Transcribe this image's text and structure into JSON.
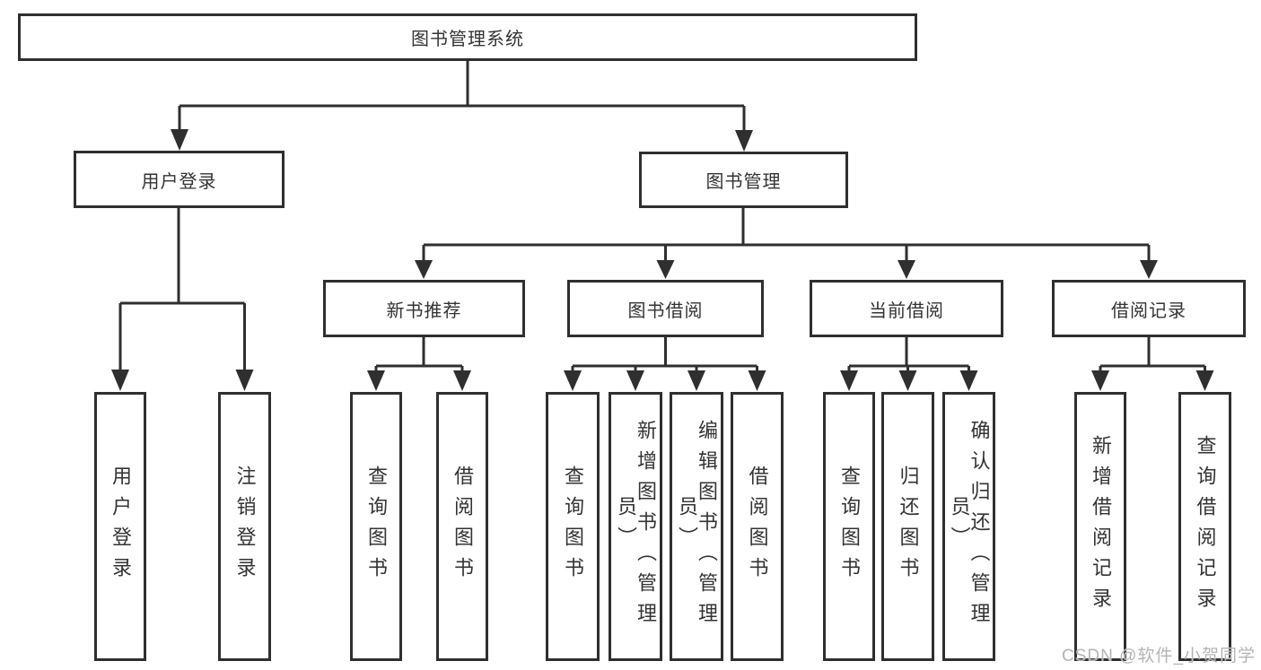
{
  "tree": {
    "root": {
      "label": "图书管理系统"
    },
    "branches": [
      {
        "label": "用户登录",
        "children": [
          {
            "label": "用户登录"
          },
          {
            "label": "注销登录"
          }
        ]
      },
      {
        "label": "图书管理",
        "children": [
          {
            "label": "新书推荐",
            "children": [
              {
                "label": "查询图书"
              },
              {
                "label": "借阅图书"
              }
            ]
          },
          {
            "label": "图书借阅",
            "children": [
              {
                "label": "查询图书"
              },
              {
                "label": "新增图书（管理员）"
              },
              {
                "label": "编辑图书（管理员）"
              },
              {
                "label": "借阅图书"
              }
            ]
          },
          {
            "label": "当前借阅",
            "children": [
              {
                "label": "查询图书"
              },
              {
                "label": "归还图书"
              },
              {
                "label": "确认归还（管理员）"
              }
            ]
          },
          {
            "label": "借阅记录",
            "children": [
              {
                "label": "新增借阅记录"
              },
              {
                "label": "查询借阅记录"
              }
            ]
          }
        ]
      }
    ]
  },
  "watermark": "CSDN @软件_小贺同学",
  "colors": {
    "line": "#2f2f2f",
    "box_border": "#2f2f2f",
    "text": "#333333",
    "watermark": "#b4b4b4",
    "background": "#ffffff"
  }
}
